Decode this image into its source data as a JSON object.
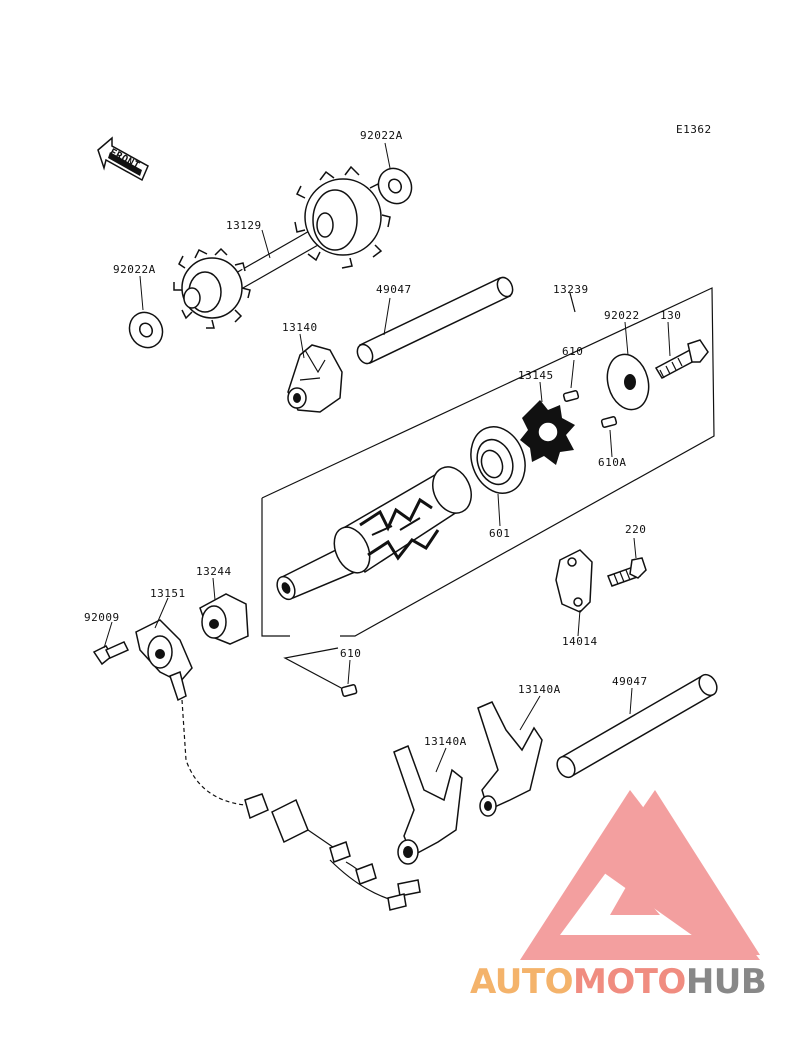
{
  "diagram": {
    "code": "E1362",
    "front_label": "FRONT",
    "colors": {
      "line": "#111111",
      "watermark_red": "#ef8080",
      "watermark_orange": "#f4b36b",
      "watermark_gray": "#888888"
    }
  },
  "labels": {
    "p92022A_top": "92022A",
    "p13129": "13129",
    "p92022A_left": "92022A",
    "p49047_top": "49047",
    "p13239": "13239",
    "p13140": "13140",
    "p92022": "92022",
    "p130": "130",
    "p610_top": "610",
    "p13145": "13145",
    "p610A": "610A",
    "p601": "601",
    "p220": "220",
    "p13244": "13244",
    "p13151": "13151",
    "p92009": "92009",
    "p14014": "14014",
    "p610_bottom": "610",
    "p13140A_right": "13140A",
    "p49047_bottom": "49047",
    "p13140A_left": "13140A"
  },
  "watermark": {
    "part1": "AUTO",
    "part2": "MOTO",
    "part3": "HUB"
  }
}
